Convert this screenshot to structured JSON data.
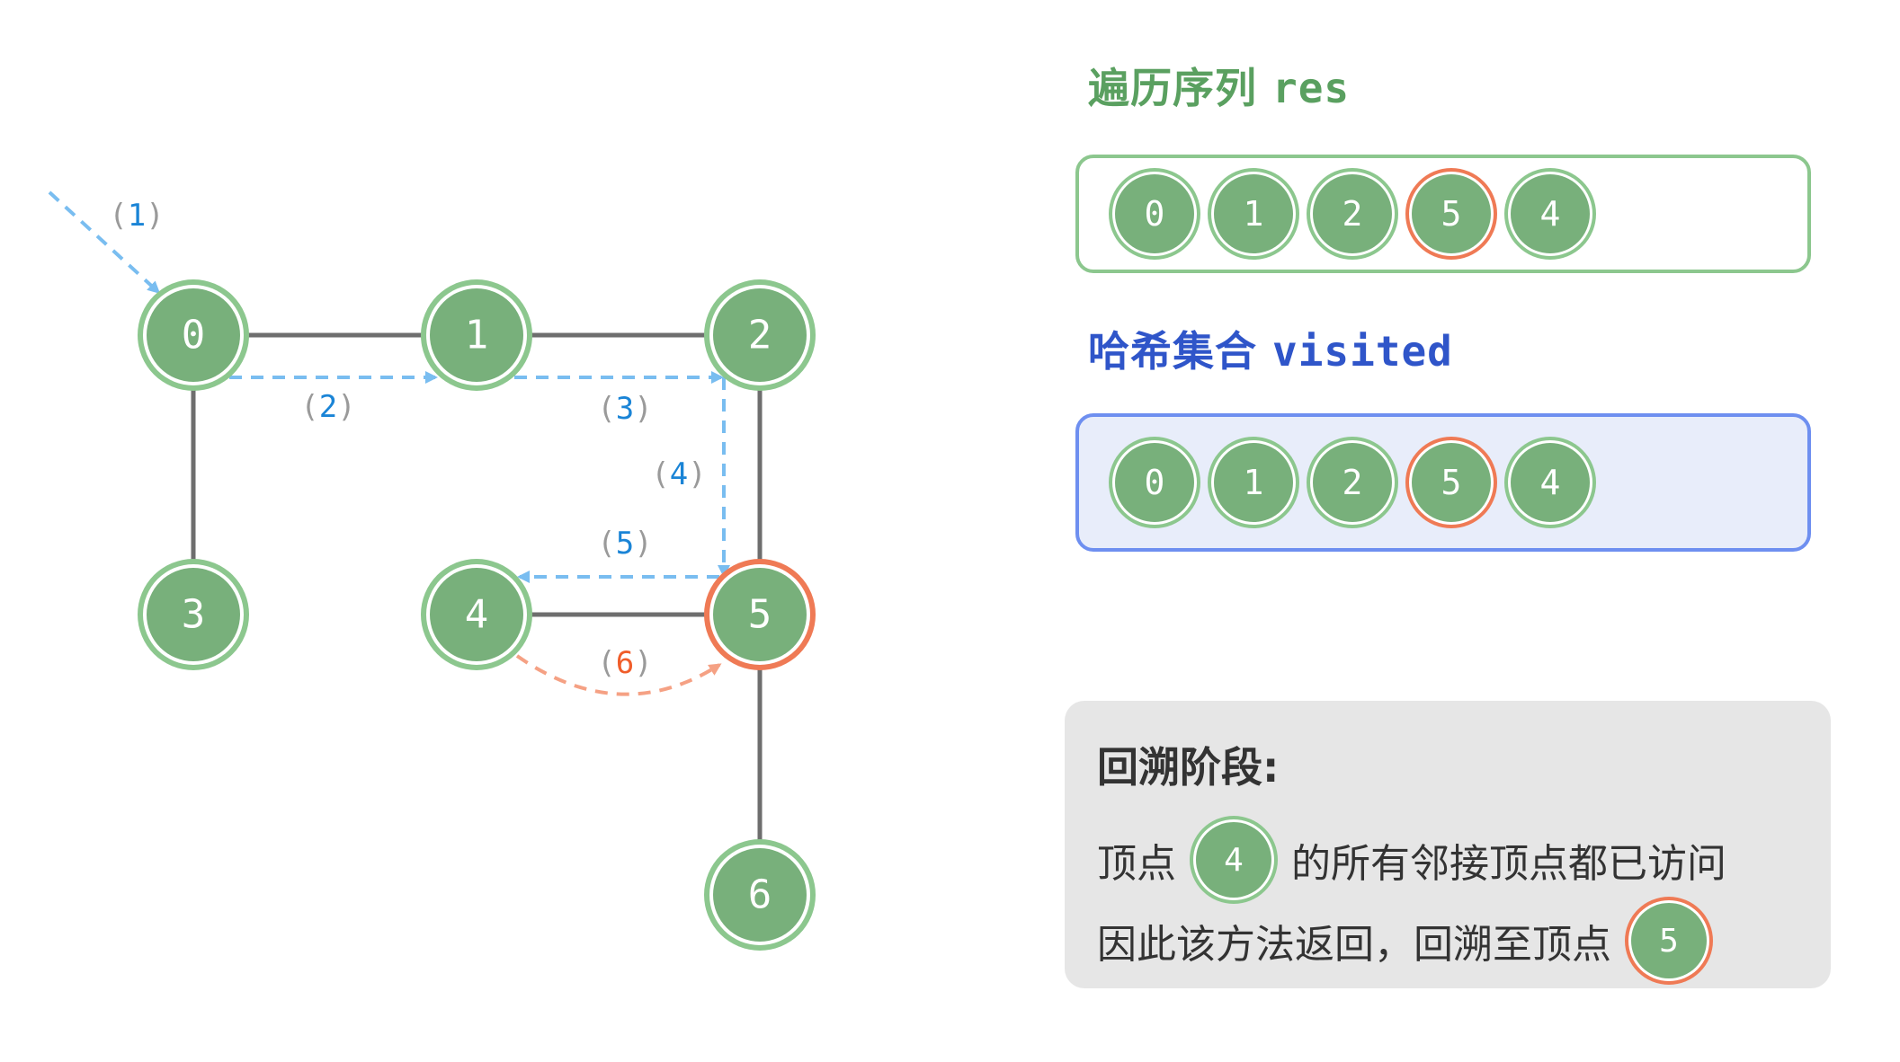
{
  "graph": {
    "nodes": [
      "0",
      "1",
      "2",
      "3",
      "4",
      "5",
      "6"
    ],
    "highlighted_node": "5",
    "steps": [
      {
        "num": "1",
        "color": "#1a84d6"
      },
      {
        "num": "2",
        "color": "#1a84d6"
      },
      {
        "num": "3",
        "color": "#1a84d6"
      },
      {
        "num": "4",
        "color": "#1a84d6"
      },
      {
        "num": "5",
        "color": "#1a84d6"
      },
      {
        "num": "6",
        "color": "#f05d2a"
      }
    ],
    "paren_open": "(",
    "paren_close": ")"
  },
  "res": {
    "title_cn": "遍历序列",
    "title_code": "res",
    "items": [
      "0",
      "1",
      "2",
      "5",
      "4"
    ],
    "highlighted": "5"
  },
  "visited": {
    "title_cn": "哈希集合",
    "title_code": "visited",
    "items": [
      "0",
      "1",
      "2",
      "5",
      "4"
    ],
    "highlighted": "5"
  },
  "note": {
    "title": "回溯阶段:",
    "line1_prefix": "顶点",
    "line1_node": "4",
    "line1_suffix": "的所有邻接顶点都已访问",
    "line2_prefix": "因此该方法返回，回溯至顶点",
    "line2_node": "5"
  },
  "colors": {
    "node_fill": "#78b07b",
    "node_ring": "#8cc78e",
    "highlight_ring": "#ef7a55",
    "edge": "#6e6e6e",
    "forward_arrow": "#79bdf0",
    "backtrack_arrow": "#f5a184",
    "res_title": "#5aa060",
    "visited_title": "#2f55c9"
  }
}
